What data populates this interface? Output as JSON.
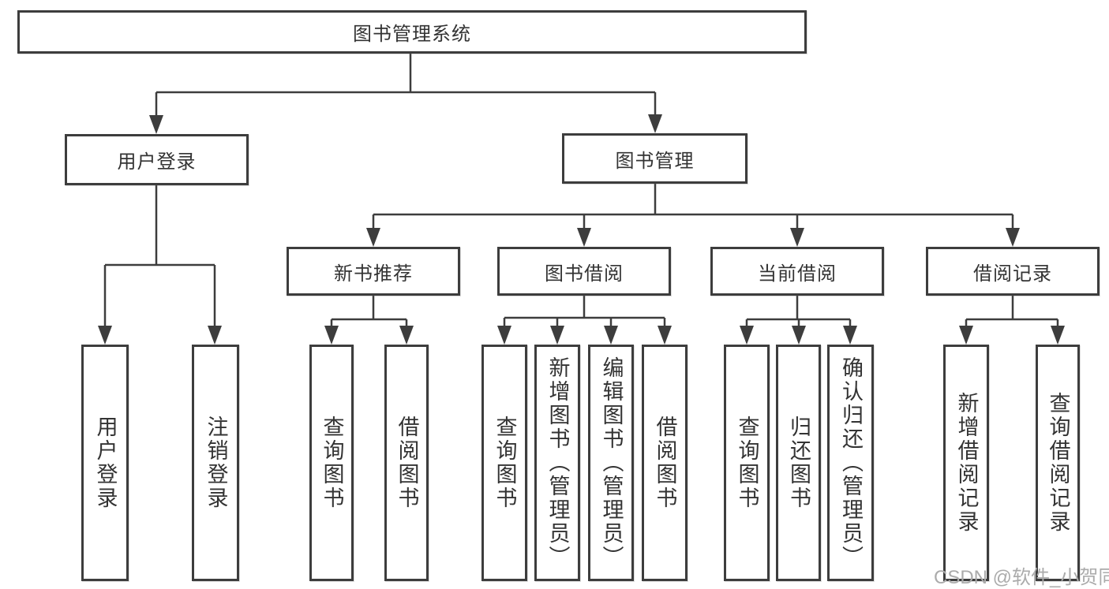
{
  "diagram": {
    "root": "图书管理系统",
    "user_login_branch": {
      "parent": "用户登录",
      "children": [
        "用户登录",
        "注销登录"
      ]
    },
    "book_mgmt_branch": {
      "parent": "图书管理",
      "sections": [
        {
          "label": "新书推荐",
          "children": [
            "查询图书",
            "借阅图书"
          ]
        },
        {
          "label": "图书借阅",
          "children": [
            "查询图书",
            "新增图书（管理员）",
            "编辑图书（管理员）",
            "借阅图书"
          ]
        },
        {
          "label": "当前借阅",
          "children": [
            "查询图书",
            "归还图书",
            "确认归还（管理员）"
          ]
        },
        {
          "label": "借阅记录",
          "children": [
            "新增借阅记录",
            "查询借阅记录"
          ]
        }
      ]
    },
    "watermark": "CSDN @软件_小贺同学",
    "colors": {
      "line": "#3d3d3d",
      "text": "#333333",
      "watermark": "#ababab",
      "background": "#ffffff"
    }
  }
}
